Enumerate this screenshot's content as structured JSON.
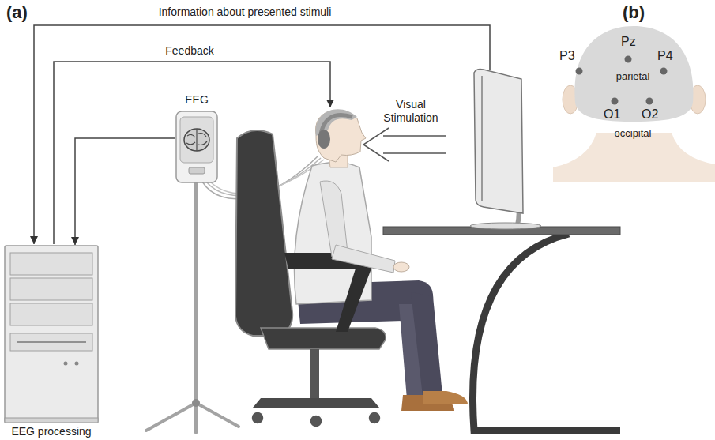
{
  "diagram": {
    "nodes": [
      {
        "text": [
          "EEG"
        ]
      },
      {
        "text": [
          "EEG processing"
        ]
      },
      {
        "text": [
          "P3",
          "Pz",
          "P4",
          "parietal",
          "O1",
          "O2",
          "occipital"
        ]
      }
    ],
    "edges": [
      {
        "from": 0,
        "to": 1,
        "arrow": "to"
      }
    ],
    "labels": [
      "(a)",
      "Information about presented stimuli",
      "Feedback",
      "Visual Stimulation",
      "(b)"
    ]
  }
}
